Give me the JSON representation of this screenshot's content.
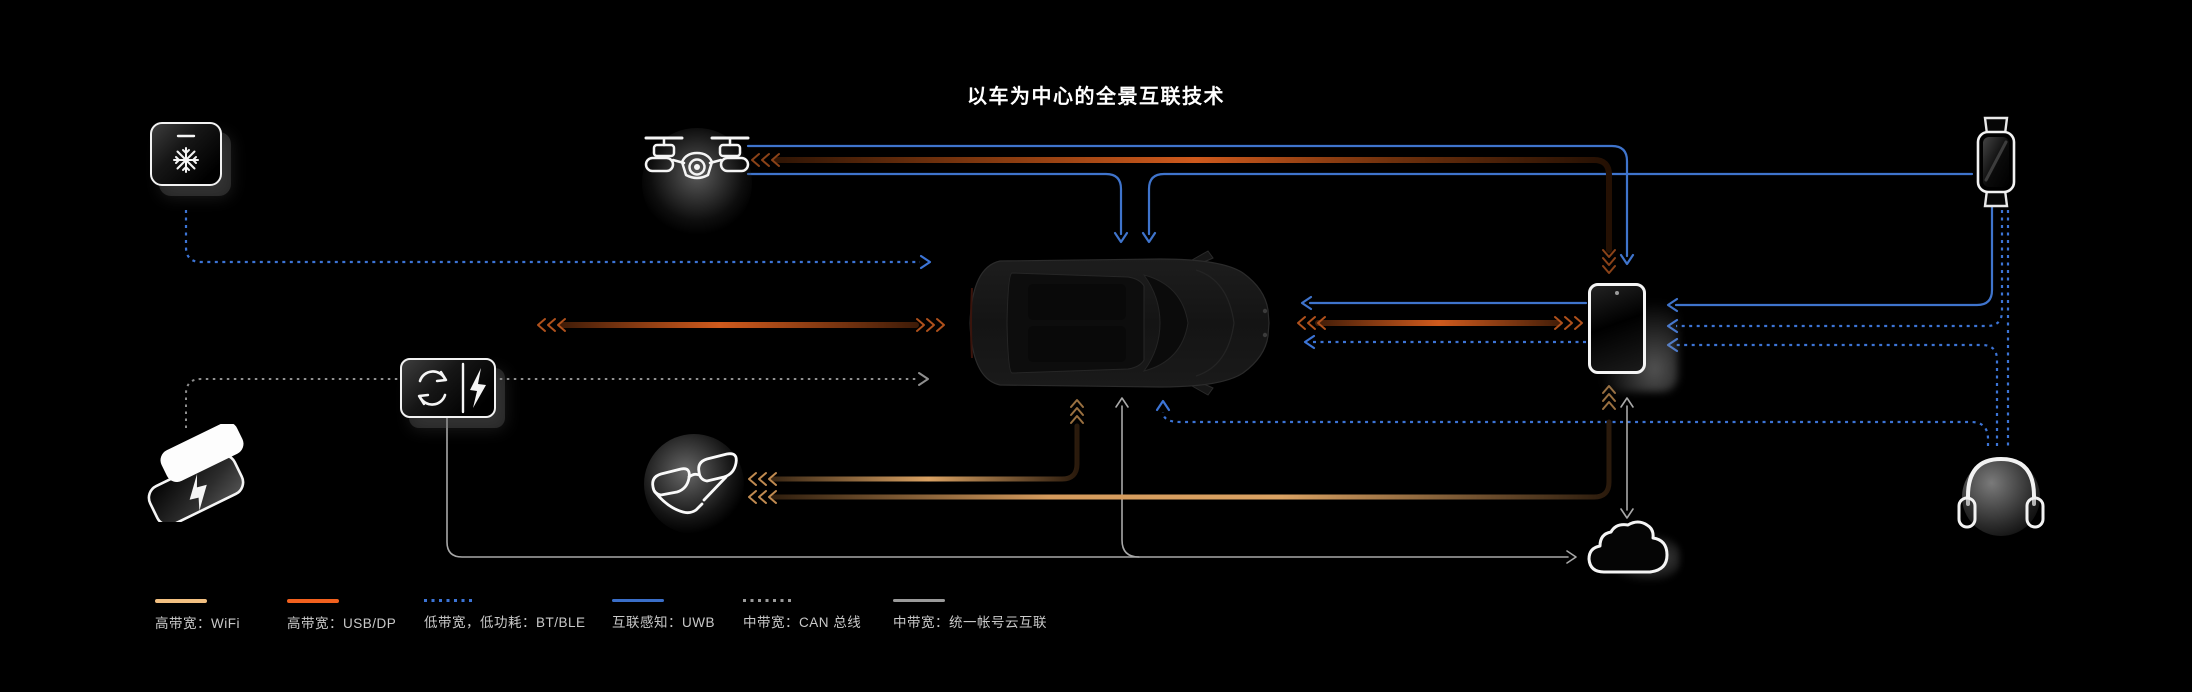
{
  "title": "以车为中心的全景互联技术",
  "legend": {
    "items": [
      {
        "id": "wifi",
        "label": "高带宽：WiFi",
        "line_style": "solid",
        "color": "#F2C081"
      },
      {
        "id": "usb-dp",
        "label": "高带宽：USB/DP",
        "line_style": "solid",
        "color": "#F2611E"
      },
      {
        "id": "bt-ble",
        "label": "低带宽，低功耗：BT/BLE",
        "line_style": "dotted",
        "color": "#3C74D6"
      },
      {
        "id": "uwb",
        "label": "互联感知：UWB",
        "line_style": "solid",
        "color": "#3A6EC8"
      },
      {
        "id": "can-bus",
        "label": "中带宽：CAN 总线",
        "line_style": "dotted",
        "color": "#9A9A9A"
      },
      {
        "id": "cloud-account",
        "label": "中带宽：统一帐号云互联",
        "line_style": "solid",
        "color": "#A8A8A8"
      }
    ]
  },
  "nodes": [
    {
      "id": "air-conditioner",
      "icon": "snowflake-appliance-icon",
      "position": "top-left"
    },
    {
      "id": "drone",
      "icon": "drone-icon",
      "position": "top-center-left"
    },
    {
      "id": "smartwatch",
      "icon": "smartwatch-icon",
      "position": "top-right"
    },
    {
      "id": "charging-station",
      "icon": "battery-swap-charger-icon",
      "position": "middle-left"
    },
    {
      "id": "car",
      "icon": "car-top-view-icon",
      "position": "center"
    },
    {
      "id": "phone",
      "icon": "smartphone-icon",
      "position": "middle-right"
    },
    {
      "id": "wireless-charging-pad",
      "icon": "wireless-charger-icon",
      "position": "bottom-left"
    },
    {
      "id": "ar-glasses",
      "icon": "ar-glasses-icon",
      "position": "bottom-center-left"
    },
    {
      "id": "cloud",
      "icon": "cloud-icon",
      "position": "bottom-center-right"
    },
    {
      "id": "headphones",
      "icon": "headphones-icon",
      "position": "bottom-right"
    }
  ],
  "connections": [
    {
      "from": "drone",
      "to": "phone",
      "type": "uwb"
    },
    {
      "from": "drone",
      "to": "car",
      "type": "uwb"
    },
    {
      "from": "smartwatch",
      "to": "car",
      "type": "uwb"
    },
    {
      "from": "smartwatch",
      "to": "phone",
      "type": "uwb"
    },
    {
      "from": "phone",
      "to": "car",
      "type": "uwb"
    },
    {
      "from": "air-conditioner",
      "to": "car",
      "type": "bt-ble"
    },
    {
      "from": "phone",
      "to": "car",
      "type": "bt-ble"
    },
    {
      "from": "smartwatch",
      "to": "phone",
      "type": "bt-ble"
    },
    {
      "from": "headphones",
      "to": "phone",
      "type": "bt-ble"
    },
    {
      "from": "headphones",
      "to": "car",
      "type": "bt-ble"
    },
    {
      "from": "smartwatch",
      "to": "headphones",
      "type": "bt-ble"
    },
    {
      "from": "wireless-charging-pad",
      "to": "car",
      "type": "can-bus"
    },
    {
      "from": "charging-station",
      "to": "cloud",
      "type": "cloud-account"
    },
    {
      "from": "car",
      "to": "cloud",
      "type": "cloud-account"
    },
    {
      "from": "phone",
      "to": "cloud",
      "type": "cloud-account"
    },
    {
      "from": "drone",
      "to": "phone",
      "type": "usb-dp"
    },
    {
      "from": "charging-station",
      "to": "car",
      "type": "usb-dp"
    },
    {
      "from": "car",
      "to": "phone",
      "type": "usb-dp"
    },
    {
      "from": "ar-glasses",
      "to": "car",
      "type": "wifi"
    },
    {
      "from": "ar-glasses",
      "to": "phone",
      "type": "wifi"
    }
  ],
  "colors": {
    "background": "#000000",
    "title": "#FFFFFF",
    "legend_text": "#C9C9C9",
    "uwb_blue": "#3A6EC8",
    "bt_blue": "#3C74D6",
    "orange_vivid": "#D0591D",
    "orange_pale": "#DAA263",
    "gray_line": "#9A9A9A"
  }
}
